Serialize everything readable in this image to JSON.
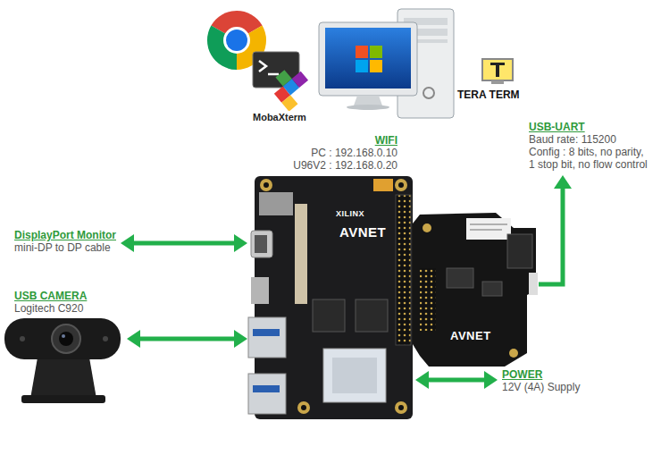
{
  "diagram": {
    "nodes": [
      {
        "text": [
          "DisplayPort Monitor",
          "mini-DP to DP cable"
        ]
      },
      {
        "text": [
          "USB CAMERA",
          "Logitech C920"
        ]
      },
      {
        "text": [
          "XILINX",
          "AVNET"
        ]
      },
      {
        "text": [
          "AVNET"
        ]
      },
      {
        "text": [
          "USB-UART",
          "Baud rate: 115200",
          "Config : 8 bits, no parity,",
          "1 stop bit, no flow control"
        ]
      },
      {
        "text": [
          "POWER",
          "12V (4A) Supply"
        ]
      }
    ],
    "edges": [
      {
        "from": 0,
        "to": 2,
        "arrow": "both"
      },
      {
        "from": 1,
        "to": 2,
        "arrow": "both"
      },
      {
        "from": 2,
        "to": 5,
        "arrow": "both"
      },
      {
        "from": 3,
        "to": 4,
        "arrow": "to"
      }
    ],
    "labels": [
      "WIFI",
      "PC : 192.168.0.10",
      "U96V2 : 192.168.0.20",
      "MobaXterm",
      "TERA TERM"
    ]
  }
}
